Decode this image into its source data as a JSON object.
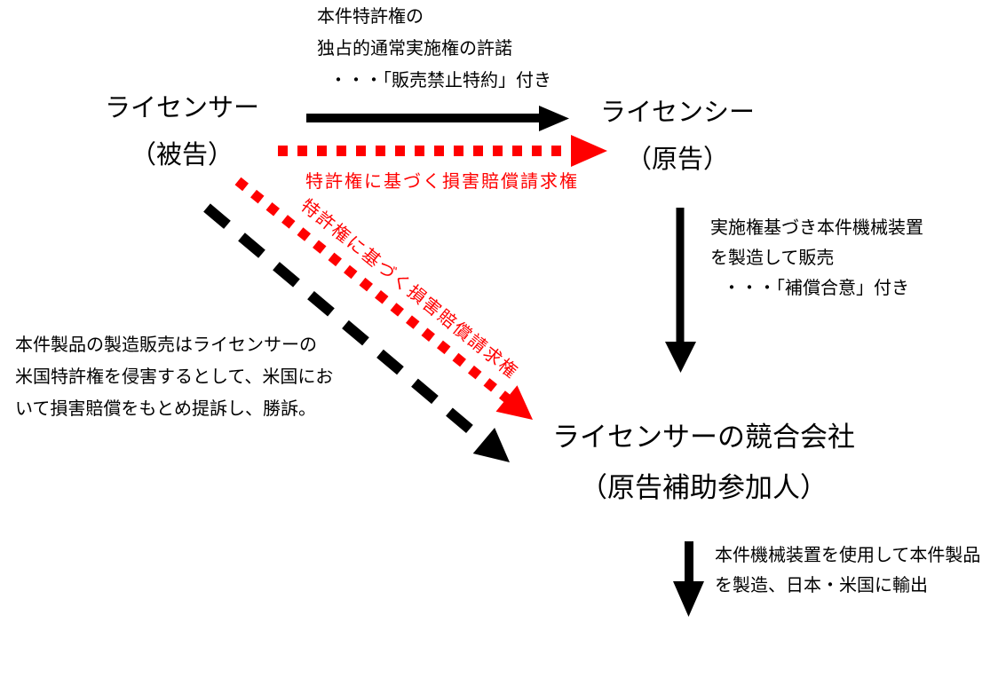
{
  "diagram": {
    "title": "patent-license-litigation-relationship",
    "colors": {
      "black": "#000000",
      "red": "#ff0000"
    },
    "nodes": {
      "licensor": {
        "name": "ライセンサー",
        "role": "（被告）"
      },
      "licensee": {
        "name": "ライセンシー",
        "role": "（原告）"
      },
      "competitor": {
        "name": "ライセンサーの競合会社",
        "role": "（原告補助参加人）"
      }
    },
    "annotations": {
      "license_grant": {
        "line1": "本件特許権の",
        "line2": "独占的通常実施権の許諾",
        "line3": "・・・「販売禁止特約」付き"
      },
      "damages_claim_horizontal": "特許権に基づく損害賠償請求権",
      "damages_claim_diagonal": "特許権に基づく損害賠償請求権",
      "manufacture_sale": {
        "line1": "実施権基づき本件機械装置",
        "line2": "を製造して販売",
        "line3": "・・・「補償合意」付き"
      },
      "lawsuit": {
        "line1": "本件製品の製造販売はライセンサーの",
        "line2": "米国特許権を侵害するとして、米国にお",
        "line3": "いて損害賠償をもとめ提訴し、勝訴。"
      },
      "export": {
        "line1": "本件機械装置を使用して本件製品",
        "line2": "を製造、日本・米国に輸出"
      }
    },
    "arrows": {
      "license_grant_arrow": "black-solid-right",
      "damages_claim_arrow": "red-dotted-right",
      "manufacture_arrow": "black-solid-down",
      "damages_claim_diagonal_arrow": "red-dotted-diagonal",
      "lawsuit_arrow": "black-dashed-diagonal",
      "export_arrow": "black-solid-down"
    }
  }
}
